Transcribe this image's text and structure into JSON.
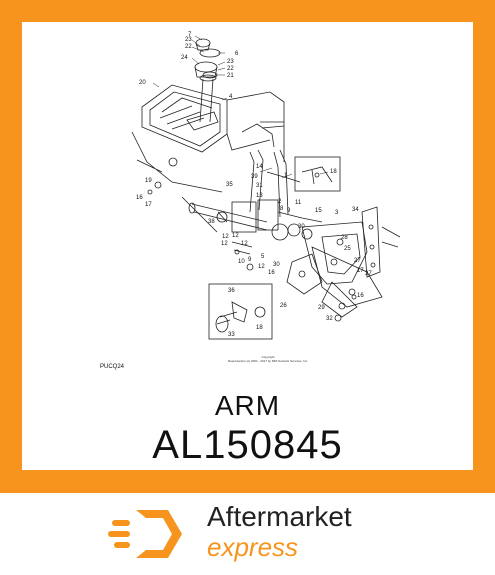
{
  "diagram": {
    "code": "PUCQ24",
    "copyright": "Copyright\nReproduction (c) 2001 - 2017 by MRI Network Services, Inc.",
    "callouts": [
      "7",
      "23",
      "22",
      "6",
      "24",
      "23",
      "22",
      "21",
      "20",
      "4",
      "14",
      "1",
      "39",
      "35",
      "31",
      "13",
      "19",
      "18",
      "16",
      "17",
      "2",
      "38",
      "8",
      "9",
      "11",
      "15",
      "3",
      "34",
      "30",
      "28",
      "25",
      "12",
      "12",
      "12",
      "12",
      "10",
      "9",
      "5",
      "12",
      "30",
      "27",
      "16",
      "17",
      "37",
      "36",
      "26",
      "29",
      "16",
      "32",
      "18",
      "33"
    ]
  },
  "product": {
    "name": "ARM",
    "part_number": "AL150845"
  },
  "brand": {
    "line1": "Aftermarket",
    "line2": "express",
    "accent_color": "#f7941d"
  }
}
